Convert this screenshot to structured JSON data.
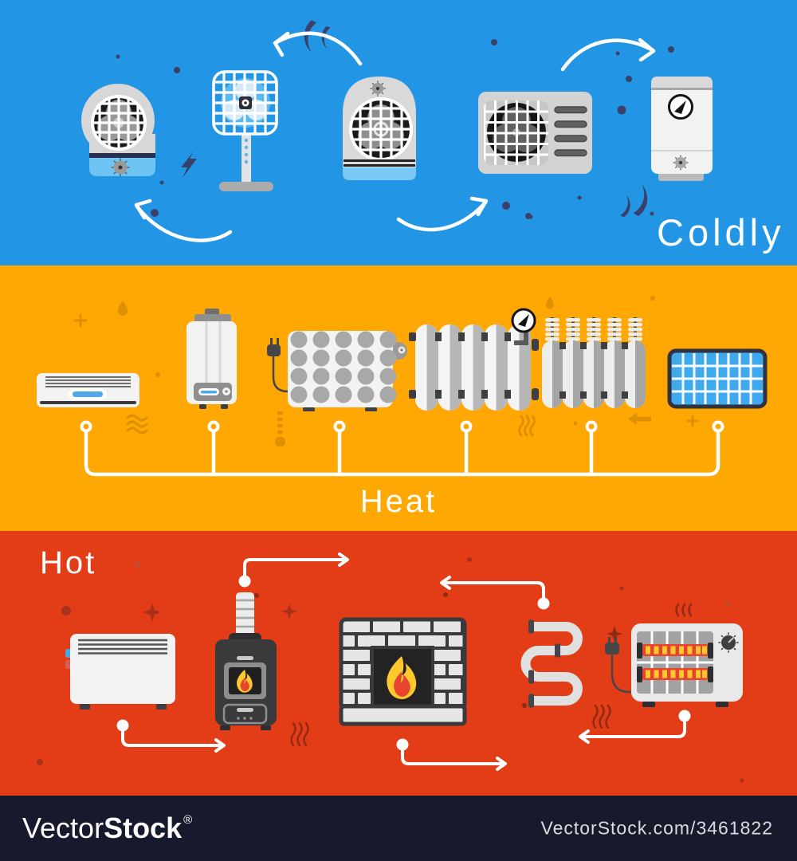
{
  "banners": {
    "cold": {
      "label": "Coldly",
      "bg_color": "#2296E5",
      "devices": [
        "fan-heater",
        "floor-fan",
        "dome-fan-heater",
        "air-conditioner-outdoor-unit",
        "water-heater-boiler"
      ]
    },
    "heat": {
      "label": "Heat",
      "bg_color": "#FFA702",
      "devices": [
        "air-conditioner-indoor-unit",
        "gas-boiler",
        "perforated-convection-heater",
        "radiator-with-gauge",
        "cast-iron-radiator",
        "solar-panel"
      ]
    },
    "hot": {
      "label": "Hot",
      "bg_color": "#E23D17",
      "devices": [
        "electric-convector",
        "wood-burning-stove",
        "brick-fireplace",
        "heated-towel-rail",
        "infrared-heater"
      ]
    }
  },
  "watermark": {
    "brand_light": "Vector",
    "brand_bold": "Stock",
    "registered": "®",
    "url": "VectorStock.com/3461822",
    "bar_color": "#171A2C"
  },
  "colors": {
    "accent_light_blue": "#6EC5F4",
    "panel_blue": "#3FA9F0",
    "flame_yellow": "#FFC82E",
    "flame_red": "#E8432C",
    "decor_navy": "#39406A",
    "decor_orange": "#D88C00",
    "decor_maroon": "#A93119",
    "device_light": "#E9E9E9",
    "device_dark": "#3A3A3C",
    "line_white": "#FFFFFF"
  }
}
